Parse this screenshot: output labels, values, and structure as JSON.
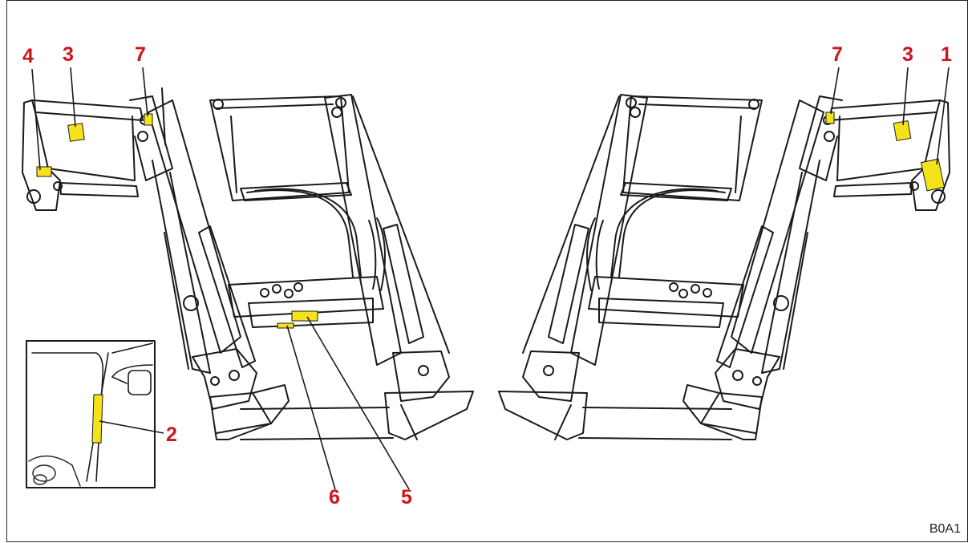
{
  "callouts": {
    "c1": "1",
    "c2": "2",
    "c3_left": "3",
    "c3_right": "3",
    "c4": "4",
    "c5": "5",
    "c6": "6",
    "c7_left": "7",
    "c7_right": "7"
  },
  "figure_code": "B0A1",
  "colors": {
    "callout": "#d0121b",
    "decal": "#f5e21a",
    "line": "#1a1a1a"
  }
}
